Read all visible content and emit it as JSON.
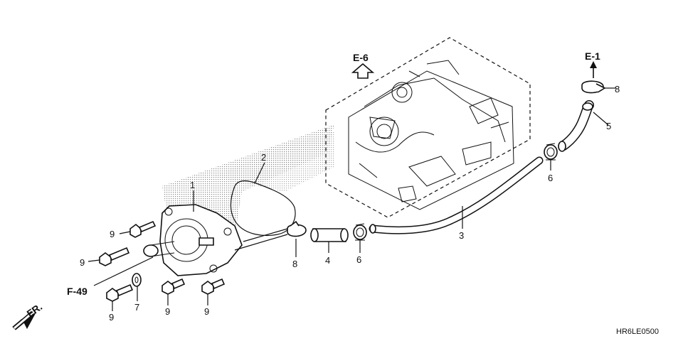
{
  "callouts": {
    "c1": "1",
    "c2": "2",
    "c3": "3",
    "c4": "4",
    "c5": "5",
    "c6a": "6",
    "c6b": "6",
    "c7": "7",
    "c8a": "8",
    "c8b": "8",
    "c9a": "9",
    "c9b": "9",
    "c9c": "9",
    "c9d": "9",
    "c9e": "9"
  },
  "refs": {
    "e6": "E-6",
    "e1": "E-1",
    "f49": "F-49",
    "fr": "FR."
  },
  "diagram_code": "HR6LE0500",
  "colors": {
    "ink": "#111111",
    "background": "#ffffff",
    "shade": "#9a9a9a"
  }
}
